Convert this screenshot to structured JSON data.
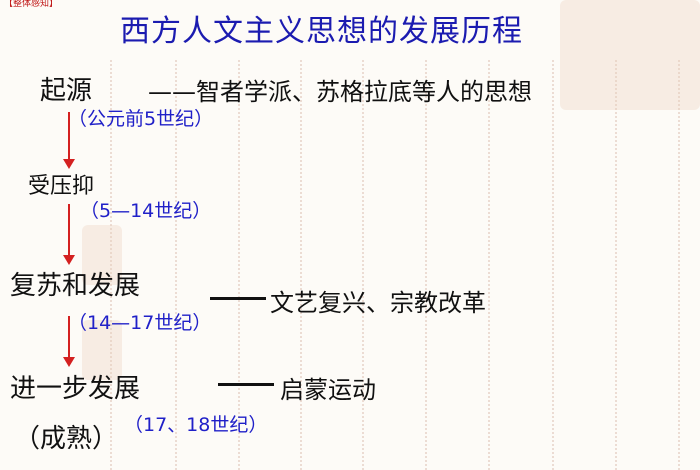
{
  "tag": "【整体感知】",
  "title": "西方人文主义思想的发展历程",
  "stages": [
    {
      "name": "起源",
      "era": "（公元前5世纪）",
      "desc": "——智者学派、苏格拉底等人的思想"
    },
    {
      "name": "受压抑",
      "era": "（5—14世纪）"
    },
    {
      "name": "复苏和发展",
      "era": "（14—17世纪）",
      "desc": "文艺复兴、宗教改革"
    },
    {
      "name": "进一步发展",
      "name2": "（成熟）",
      "era": "（17、18世纪）",
      "desc": "启蒙运动"
    }
  ],
  "colors": {
    "title": "#1b1bb0",
    "era": "#2020c8",
    "arrow": "#d42020",
    "text": "#111111"
  }
}
